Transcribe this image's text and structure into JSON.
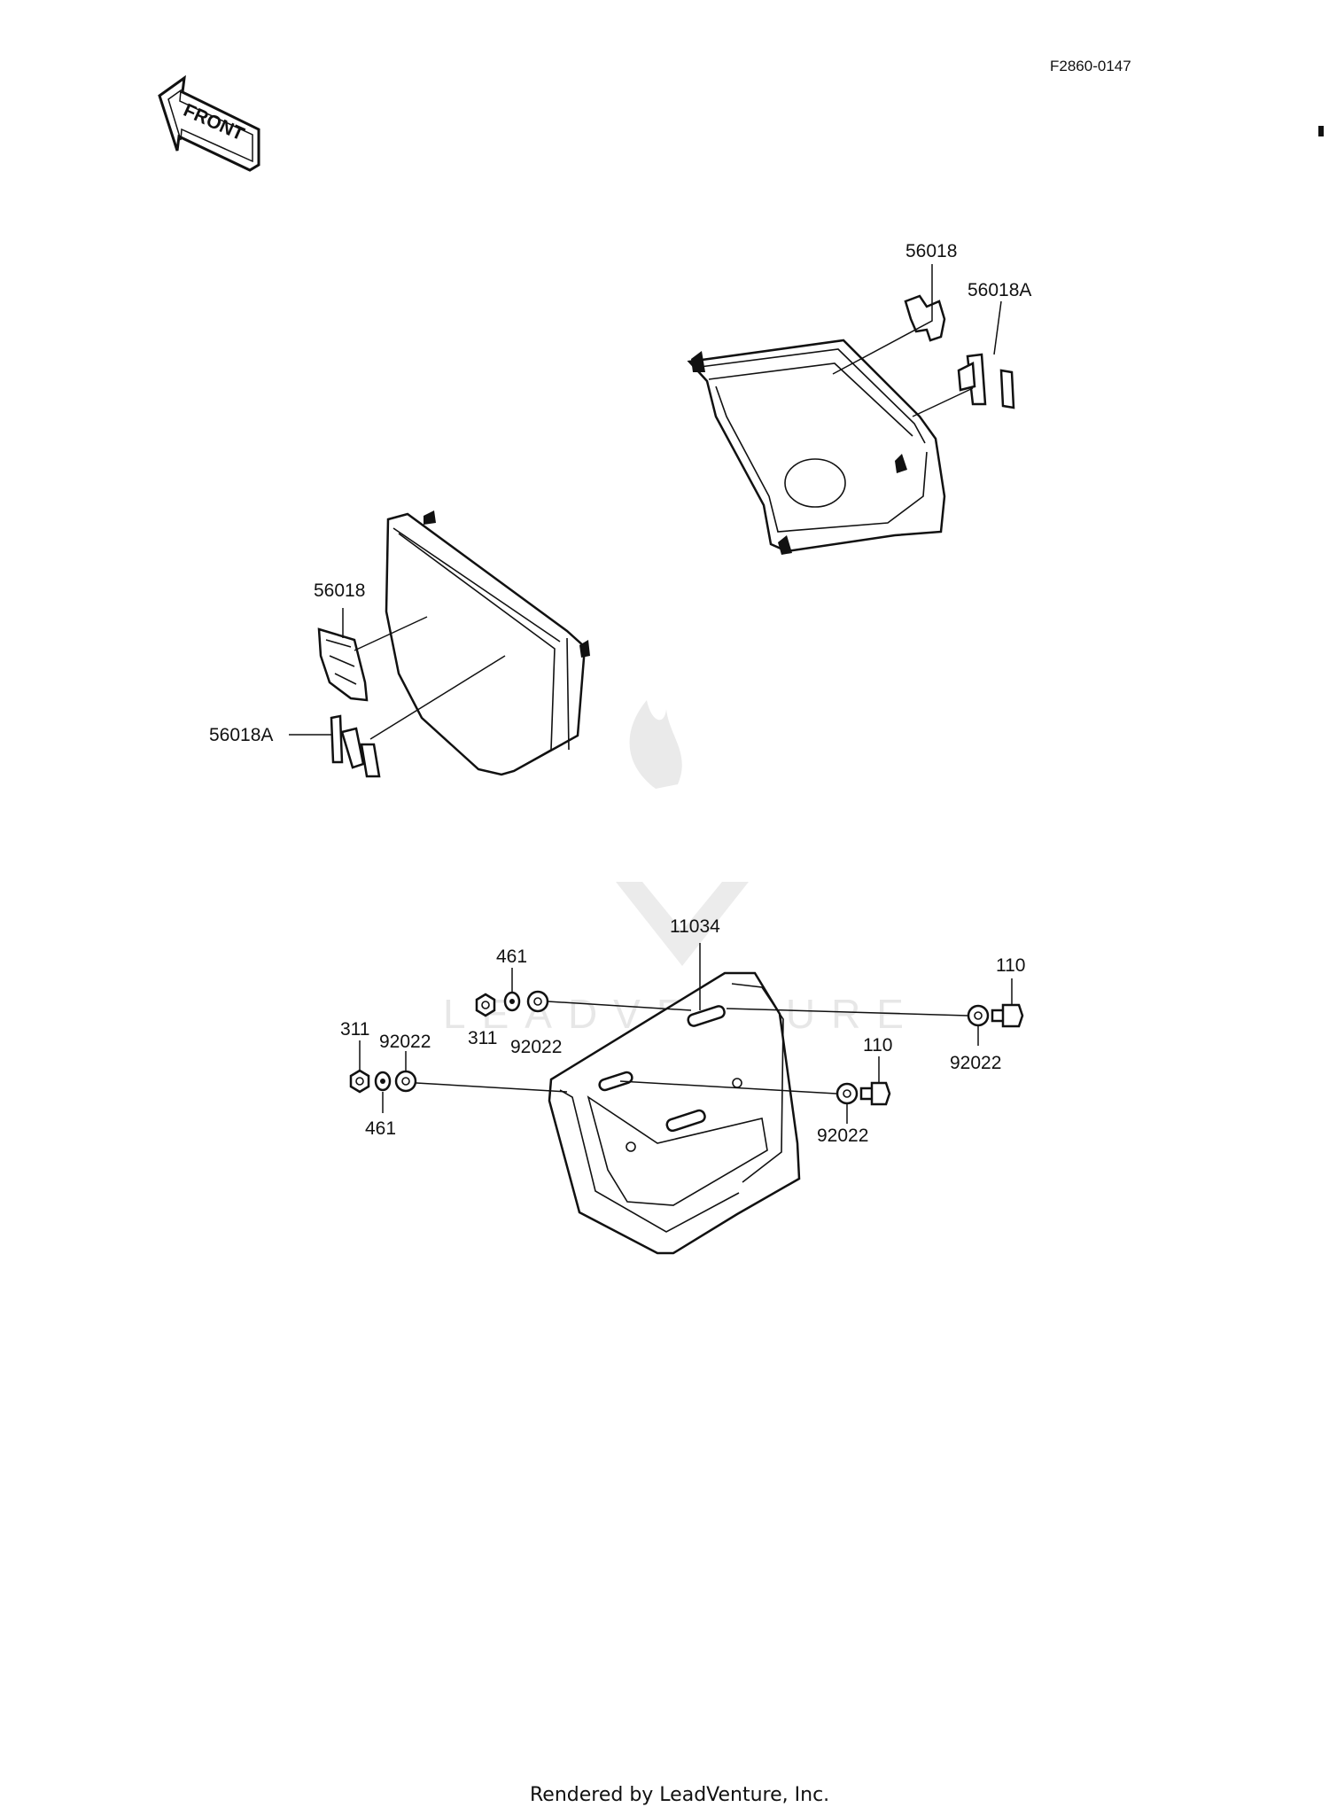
{
  "diagram": {
    "code": "F2860-0147",
    "front_arrow_label": "FRONT",
    "footer": "Rendered by LeadVenture, Inc.",
    "watermark": "LEADVENTURE",
    "parts": {
      "p56018_right": "56018",
      "p56018A_right": "56018A",
      "p56018_left": "56018",
      "p56018A_left": "56018A",
      "p11034": "11034",
      "p461_top": "461",
      "p311_top": "311",
      "p92022_top": "92022",
      "p311_left": "311",
      "p92022_left": "92022",
      "p461_left": "461",
      "p110_right": "110",
      "p92022_right": "92022",
      "p110_mid": "110",
      "p92022_mid": "92022"
    }
  }
}
